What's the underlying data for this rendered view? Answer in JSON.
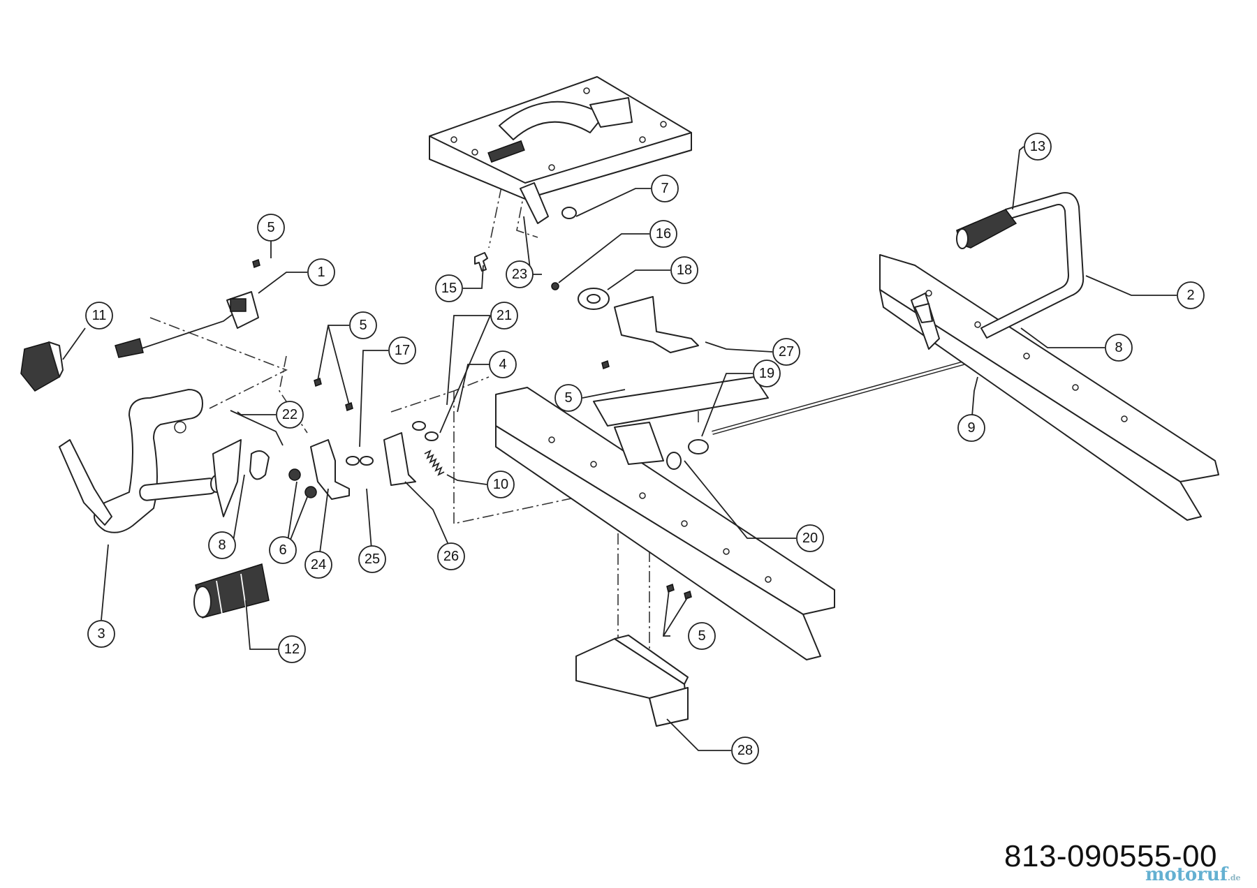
{
  "document_number": "813-090555-00",
  "watermark": {
    "text": "motoruf",
    "suffix": ".de"
  },
  "callouts": [
    {
      "label": "1"
    },
    {
      "label": "2"
    },
    {
      "label": "3"
    },
    {
      "label": "4"
    },
    {
      "label": "5"
    },
    {
      "label": "5"
    },
    {
      "label": "5"
    },
    {
      "label": "5"
    },
    {
      "label": "6"
    },
    {
      "label": "7"
    },
    {
      "label": "8"
    },
    {
      "label": "8"
    },
    {
      "label": "9"
    },
    {
      "label": "10"
    },
    {
      "label": "11"
    },
    {
      "label": "12"
    },
    {
      "label": "13"
    },
    {
      "label": "15"
    },
    {
      "label": "16"
    },
    {
      "label": "17"
    },
    {
      "label": "18"
    },
    {
      "label": "19"
    },
    {
      "label": "20"
    },
    {
      "label": "21"
    },
    {
      "label": "22"
    },
    {
      "label": "23"
    },
    {
      "label": "24"
    },
    {
      "label": "25"
    },
    {
      "label": "26"
    },
    {
      "label": "27"
    },
    {
      "label": "28"
    }
  ]
}
